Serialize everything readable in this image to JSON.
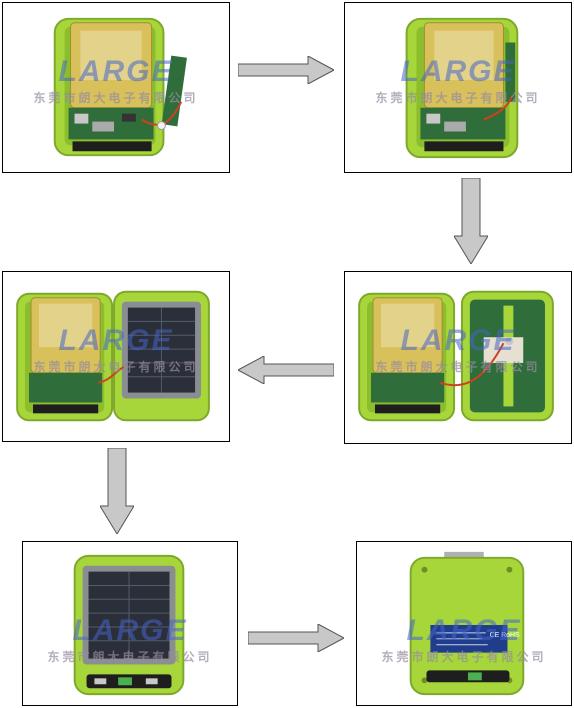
{
  "watermark": {
    "logo_text": "LARGE",
    "company_cn": "东莞市朗大电子有限公司"
  },
  "label": {
    "ce_mark": "CE RoHS"
  },
  "steps": [
    {
      "name": "step-1",
      "view": "battery-and-pcb-with-cable"
    },
    {
      "name": "step-2",
      "view": "pcb-installed"
    },
    {
      "name": "step-3",
      "view": "back-cover-board-attached"
    },
    {
      "name": "step-4",
      "view": "solar-panel-cover"
    },
    {
      "name": "step-5",
      "view": "assembled-front"
    },
    {
      "name": "step-6",
      "view": "assembled-back"
    }
  ],
  "colors": {
    "housing": "#a6d63a",
    "pcb": "#2f6e3a",
    "battery": "#d8c05a",
    "arrow": "#c8c8c8"
  },
  "icons": [
    "arrow-right-icon",
    "arrow-down-icon",
    "arrow-left-icon"
  ]
}
